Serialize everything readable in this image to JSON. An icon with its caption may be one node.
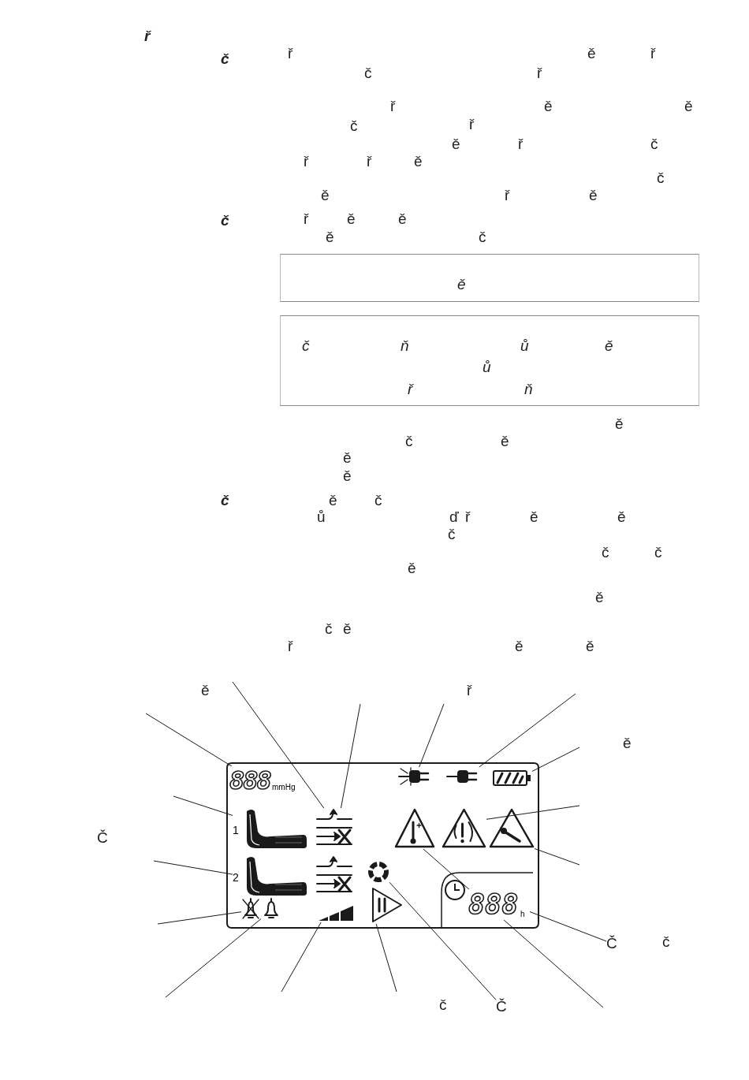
{
  "diagram": {
    "nodes": [
      {
        "text": [
          "ě"
        ]
      },
      {
        "text": [
          "č",
          "ň",
          "ů",
          "ě",
          "ů",
          "ř",
          "ň"
        ]
      },
      {
        "text": [],
        "shape": "box"
      },
      {
        "text": [
          "888",
          "mmHg"
        ],
        "in": 2
      },
      {
        "text": [
          "1"
        ],
        "in": 2
      },
      {
        "text": [],
        "shape": "arrows",
        "in": 2
      },
      {
        "text": [],
        "shape": "plug",
        "in": 2
      },
      {
        "text": [],
        "shape": "plug",
        "in": 2
      },
      {
        "text": [],
        "shape": "battery",
        "in": 2
      },
      {
        "text": [],
        "shape": "triangle",
        "in": 2
      },
      {
        "text": [],
        "shape": "triangle",
        "in": 2
      },
      {
        "text": [],
        "shape": "triangle",
        "in": 2
      },
      {
        "text": [
          "2"
        ],
        "in": 2
      },
      {
        "text": [],
        "shape": "circle",
        "in": 2
      },
      {
        "text": [
          "888",
          "h"
        ],
        "in": 2
      },
      {
        "text": [],
        "shape": "bell",
        "in": 2
      },
      {
        "text": [],
        "shape": "bell",
        "in": 2
      },
      {
        "text": [],
        "shape": "bars",
        "in": 2
      },
      {
        "text": [],
        "shape": "triangle",
        "in": 2
      },
      {
        "text": [
          "Č"
        ]
      },
      {
        "text": [
          "Č"
        ]
      }
    ],
    "edges": [
      {
        "from": null,
        "to": 3,
        "arrow": "none"
      },
      {
        "from": null,
        "to": 5,
        "arrow": "none"
      },
      {
        "from": null,
        "to": 5,
        "arrow": "none"
      },
      {
        "from": null,
        "to": 6,
        "arrow": "none"
      },
      {
        "from": null,
        "to": 7,
        "arrow": "none"
      },
      {
        "from": null,
        "to": 8,
        "arrow": "none"
      },
      {
        "from": null,
        "to": 4,
        "arrow": "none"
      },
      {
        "from": null,
        "to": 10,
        "arrow": "none"
      },
      {
        "from": null,
        "to": 12,
        "arrow": "none"
      },
      {
        "from": null,
        "to": 11,
        "arrow": "none"
      },
      {
        "from": null,
        "to": 15,
        "arrow": "none"
      },
      {
        "from": null,
        "to": 16,
        "arrow": "none"
      },
      {
        "from": null,
        "to": 17,
        "arrow": "none"
      },
      {
        "from": null,
        "to": 18,
        "arrow": "none"
      },
      {
        "from": 20,
        "to": 13,
        "arrow": "none"
      },
      {
        "from": null,
        "to": 9,
        "arrow": "none"
      },
      {
        "from": 19,
        "to": 14,
        "arrow": "none"
      }
    ],
    "labels": [
      "ř",
      "č",
      "ř",
      "ě",
      "ř",
      "č",
      "ř",
      "ř",
      "ě",
      "ě",
      "č",
      "ř",
      "ě",
      "ř",
      "č",
      "ř",
      "ř",
      "ě",
      "č",
      "ě",
      "ř",
      "ě",
      "č",
      "ř",
      "ě",
      "ě",
      "ě",
      "č",
      "ě",
      "č",
      "ě",
      "ě",
      "ě",
      "č",
      "ě",
      "č",
      "ů",
      "ď",
      "ř",
      "ě",
      "ě",
      "č",
      "č",
      "č",
      "ě",
      "ě",
      "č",
      "ě",
      "ř",
      "ě",
      "ě",
      "ě",
      "ř",
      "ě",
      "Č",
      "č",
      "č"
    ]
  }
}
